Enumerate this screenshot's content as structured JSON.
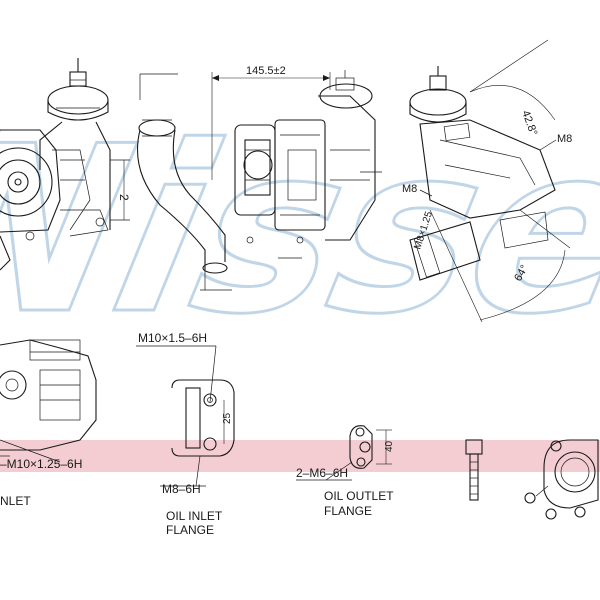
{
  "watermark": {
    "text": "Nissens",
    "color": "#8eb6d6"
  },
  "band_color": "#f4cdd3",
  "dimensions": {
    "length_top": "145.5±2",
    "angle_top_right": "42.8°",
    "angle_bottom_right": "64°",
    "height_left": "2",
    "flange_width": "40",
    "oil_inlet_gap": "25"
  },
  "thread_labels": {
    "m8_right_top": "M8",
    "m8_right_mid": "M8",
    "m8_right_bottom": "M8×1.25",
    "oil_inlet_top": "M10×1.5–6H",
    "oil_inlet_bottom": "M8–6H",
    "left_bottom": "–M10×1.25–6H",
    "oil_outlet": "2–M6–6H"
  },
  "captions": {
    "left_inlet": "NLET",
    "oil_inlet": [
      "OIL INLET",
      "FLANGE"
    ],
    "oil_outlet": [
      "OIL OUTLET",
      "FLANGE"
    ]
  }
}
